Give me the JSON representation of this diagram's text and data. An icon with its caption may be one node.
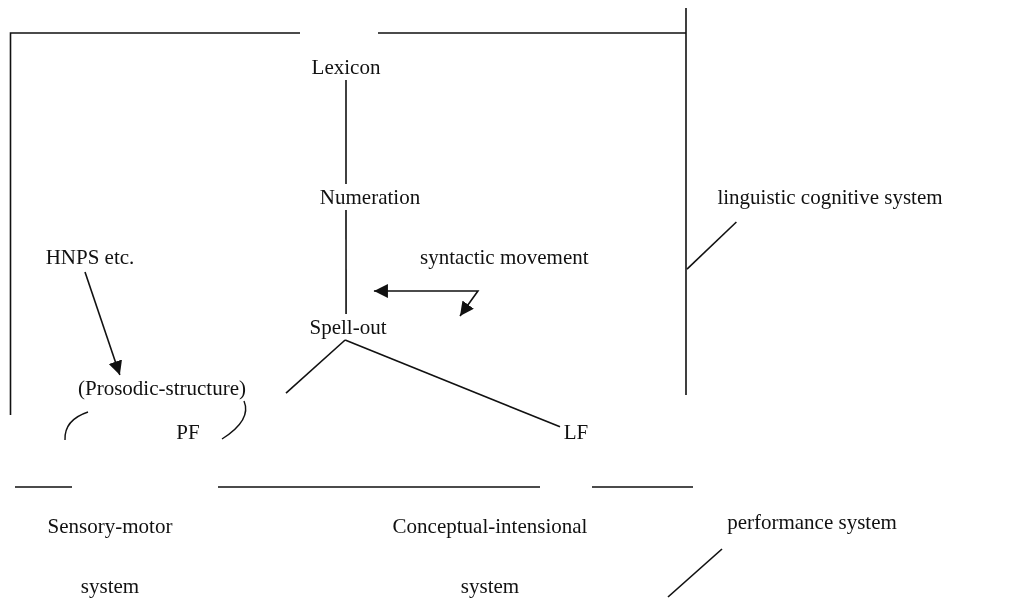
{
  "diagram": {
    "nodes": [
      {
        "text": [],
        "shape": "box"
      },
      {
        "text": [
          "Lexicon"
        ],
        "in": 0
      },
      {
        "text": [
          "Numeration"
        ],
        "in": 0
      },
      {
        "text": [
          "HNPS etc."
        ],
        "in": 0
      },
      {
        "text": [
          "Spell-out"
        ],
        "in": 0
      },
      {
        "text": [
          "(Prosodic-structure)"
        ],
        "in": 0
      },
      {
        "text": [
          "linguistic cognitive system"
        ]
      },
      {
        "text": [
          "PF"
        ]
      },
      {
        "text": [
          "LF"
        ]
      },
      {
        "text": [
          "Sensory-motor system"
        ]
      },
      {
        "text": [
          "Conceptual-intensional system"
        ]
      },
      {
        "text": [
          "performance system"
        ]
      }
    ],
    "edges": [
      {
        "from": 1,
        "to": 2,
        "arrow": "none"
      },
      {
        "from": 2,
        "to": 4,
        "arrow": "none"
      },
      {
        "from": 3,
        "to": 5,
        "arrow": "to"
      },
      {
        "from": 4,
        "to": 4,
        "arrow": "both",
        "label": "syntactic movement"
      },
      {
        "from": 4,
        "to": 5,
        "arrow": "none"
      },
      {
        "from": 4,
        "to": 8,
        "arrow": "none"
      },
      {
        "from": 6,
        "to": 0,
        "arrow": "none"
      },
      {
        "from": 11,
        "to": null,
        "arrow": "none"
      }
    ]
  }
}
